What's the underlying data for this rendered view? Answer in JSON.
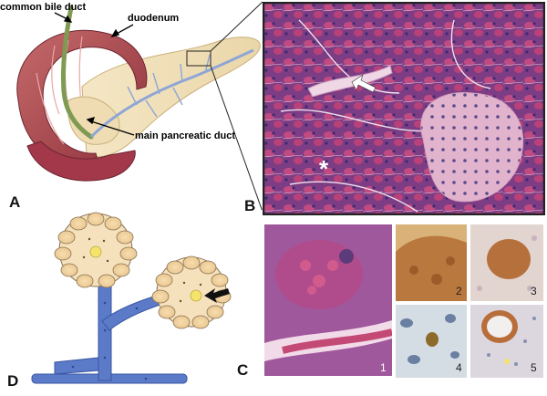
{
  "panels": {
    "a": {
      "letter": "A",
      "labels": {
        "common_bile_duct": "common bile duct",
        "duodenum": "duodenum",
        "main_pancreatic_duct": "main pancreatic duct"
      }
    },
    "b": {
      "letter": "B",
      "star_mark": "*"
    },
    "c": {
      "letter": "C",
      "sub_numbers": [
        "1",
        "2",
        "3",
        "4",
        "5"
      ]
    },
    "d": {
      "letter": "D"
    }
  },
  "colors": {
    "he_background": "#8a3f86",
    "islet": "#e6b7cf",
    "pancreas_tissue": "#f2e3bf",
    "duodenum": "#a84a4a",
    "ducts_blue": "#5a78c4",
    "ihc_brown": "#b9783e",
    "frame": "#222222"
  }
}
